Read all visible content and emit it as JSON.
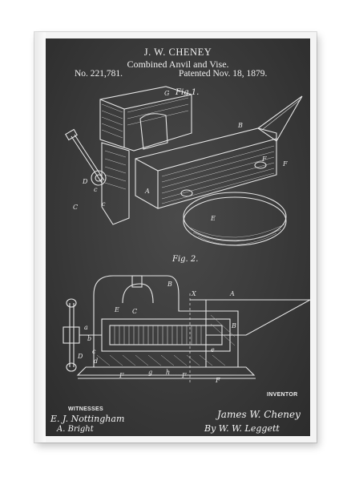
{
  "poster": {
    "inventor_name": "J. W. CHENEY",
    "title": "Combined Anvil and Vise.",
    "patent_number": "No. 221,781.",
    "patent_date": "Patented Nov. 18, 1879."
  },
  "figures": {
    "fig1_label": "Fig.1.",
    "fig2_label": "Fig. 2.",
    "fig1_letters": [
      "G",
      "D",
      "c",
      "A",
      "C",
      "c",
      "F",
      "E",
      "F",
      "B"
    ],
    "fig2_letters": [
      "B",
      "E",
      "C",
      "a",
      "b",
      "X",
      "A",
      "B",
      "D",
      "d",
      "c",
      "e",
      "F",
      "F",
      "F",
      "g",
      "h"
    ]
  },
  "footer": {
    "witnesses_heading": "WITNESSES",
    "inventor_heading": "INVENTOR",
    "witness_signature_1": "E. J. Nottingham",
    "witness_signature_2": "A. Bright",
    "inventor_signature": "James W. Cheney",
    "attorney_signature": "By W. W. Leggett"
  },
  "colors": {
    "chalkboard": "#3a3a3a",
    "ink": "#f0f0f0",
    "frame": "#f4f4f4"
  }
}
